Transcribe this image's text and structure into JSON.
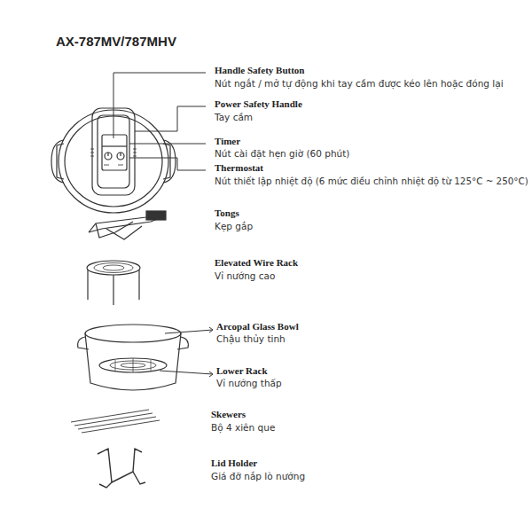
{
  "diagram": {
    "title": "AX-787MV/787MHV",
    "labels": [
      "Handle Safety Button",
      "Nút ngắt / mở tự động khi tay cầm được kéo lên hoặc đóng lại",
      "Power Safety Handle",
      "Tay cầm",
      "Timer",
      "Nút cài đặt hẹn giờ (60 phút)",
      "Thermostat",
      "Nút thiết lập nhiệt độ (6 mức điều chỉnh nhiệt độ từ 125°C ~ 250°C)",
      "Tongs",
      "Kẹp gắp",
      "Elevated Wire Rack",
      "Vỉ nướng cao",
      "Arcopal Glass Bowl",
      "Chậu thủy tinh",
      "Lower Rack",
      "Vỉ nướng thấp",
      "Skewers",
      "Bộ 4 xiên que",
      "Lid Holder",
      "Giá đỡ nắp lò nướng"
    ]
  }
}
